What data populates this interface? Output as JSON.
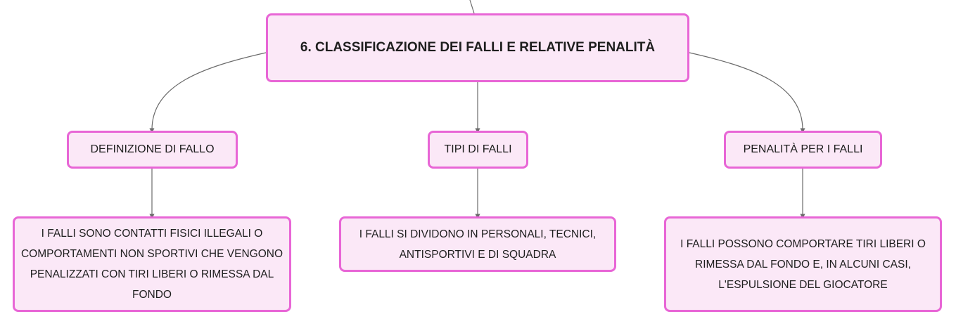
{
  "colors": {
    "node_fill": "#fbe8f7",
    "node_border": "#e866d6",
    "connector": "#6b6b6b",
    "text": "#1e1e1e"
  },
  "root": {
    "label": "6. CLASSIFICAZIONE DEI FALLI E RELATIVE PENALITÀ"
  },
  "topics": [
    {
      "label": "DEFINIZIONE DI FALLO",
      "detail": "I FALLI SONO CONTATTI FISICI ILLEGALI O COMPORTAMENTI NON SPORTIVI CHE VENGONO PENALIZZATI CON TIRI LIBERI O RIMESSA DAL FONDO"
    },
    {
      "label": "TIPI DI FALLI",
      "detail": "I FALLI SI DIVIDONO IN PERSONALI, TECNICI, ANTISPORTIVI E DI SQUADRA"
    },
    {
      "label": "PENALITÀ PER I FALLI",
      "detail": "I FALLI POSSONO COMPORTARE TIRI LIBERI O RIMESSA DAL FONDO E, IN ALCUNI CASI, L'ESPULSIONE DEL GIOCATORE"
    }
  ]
}
